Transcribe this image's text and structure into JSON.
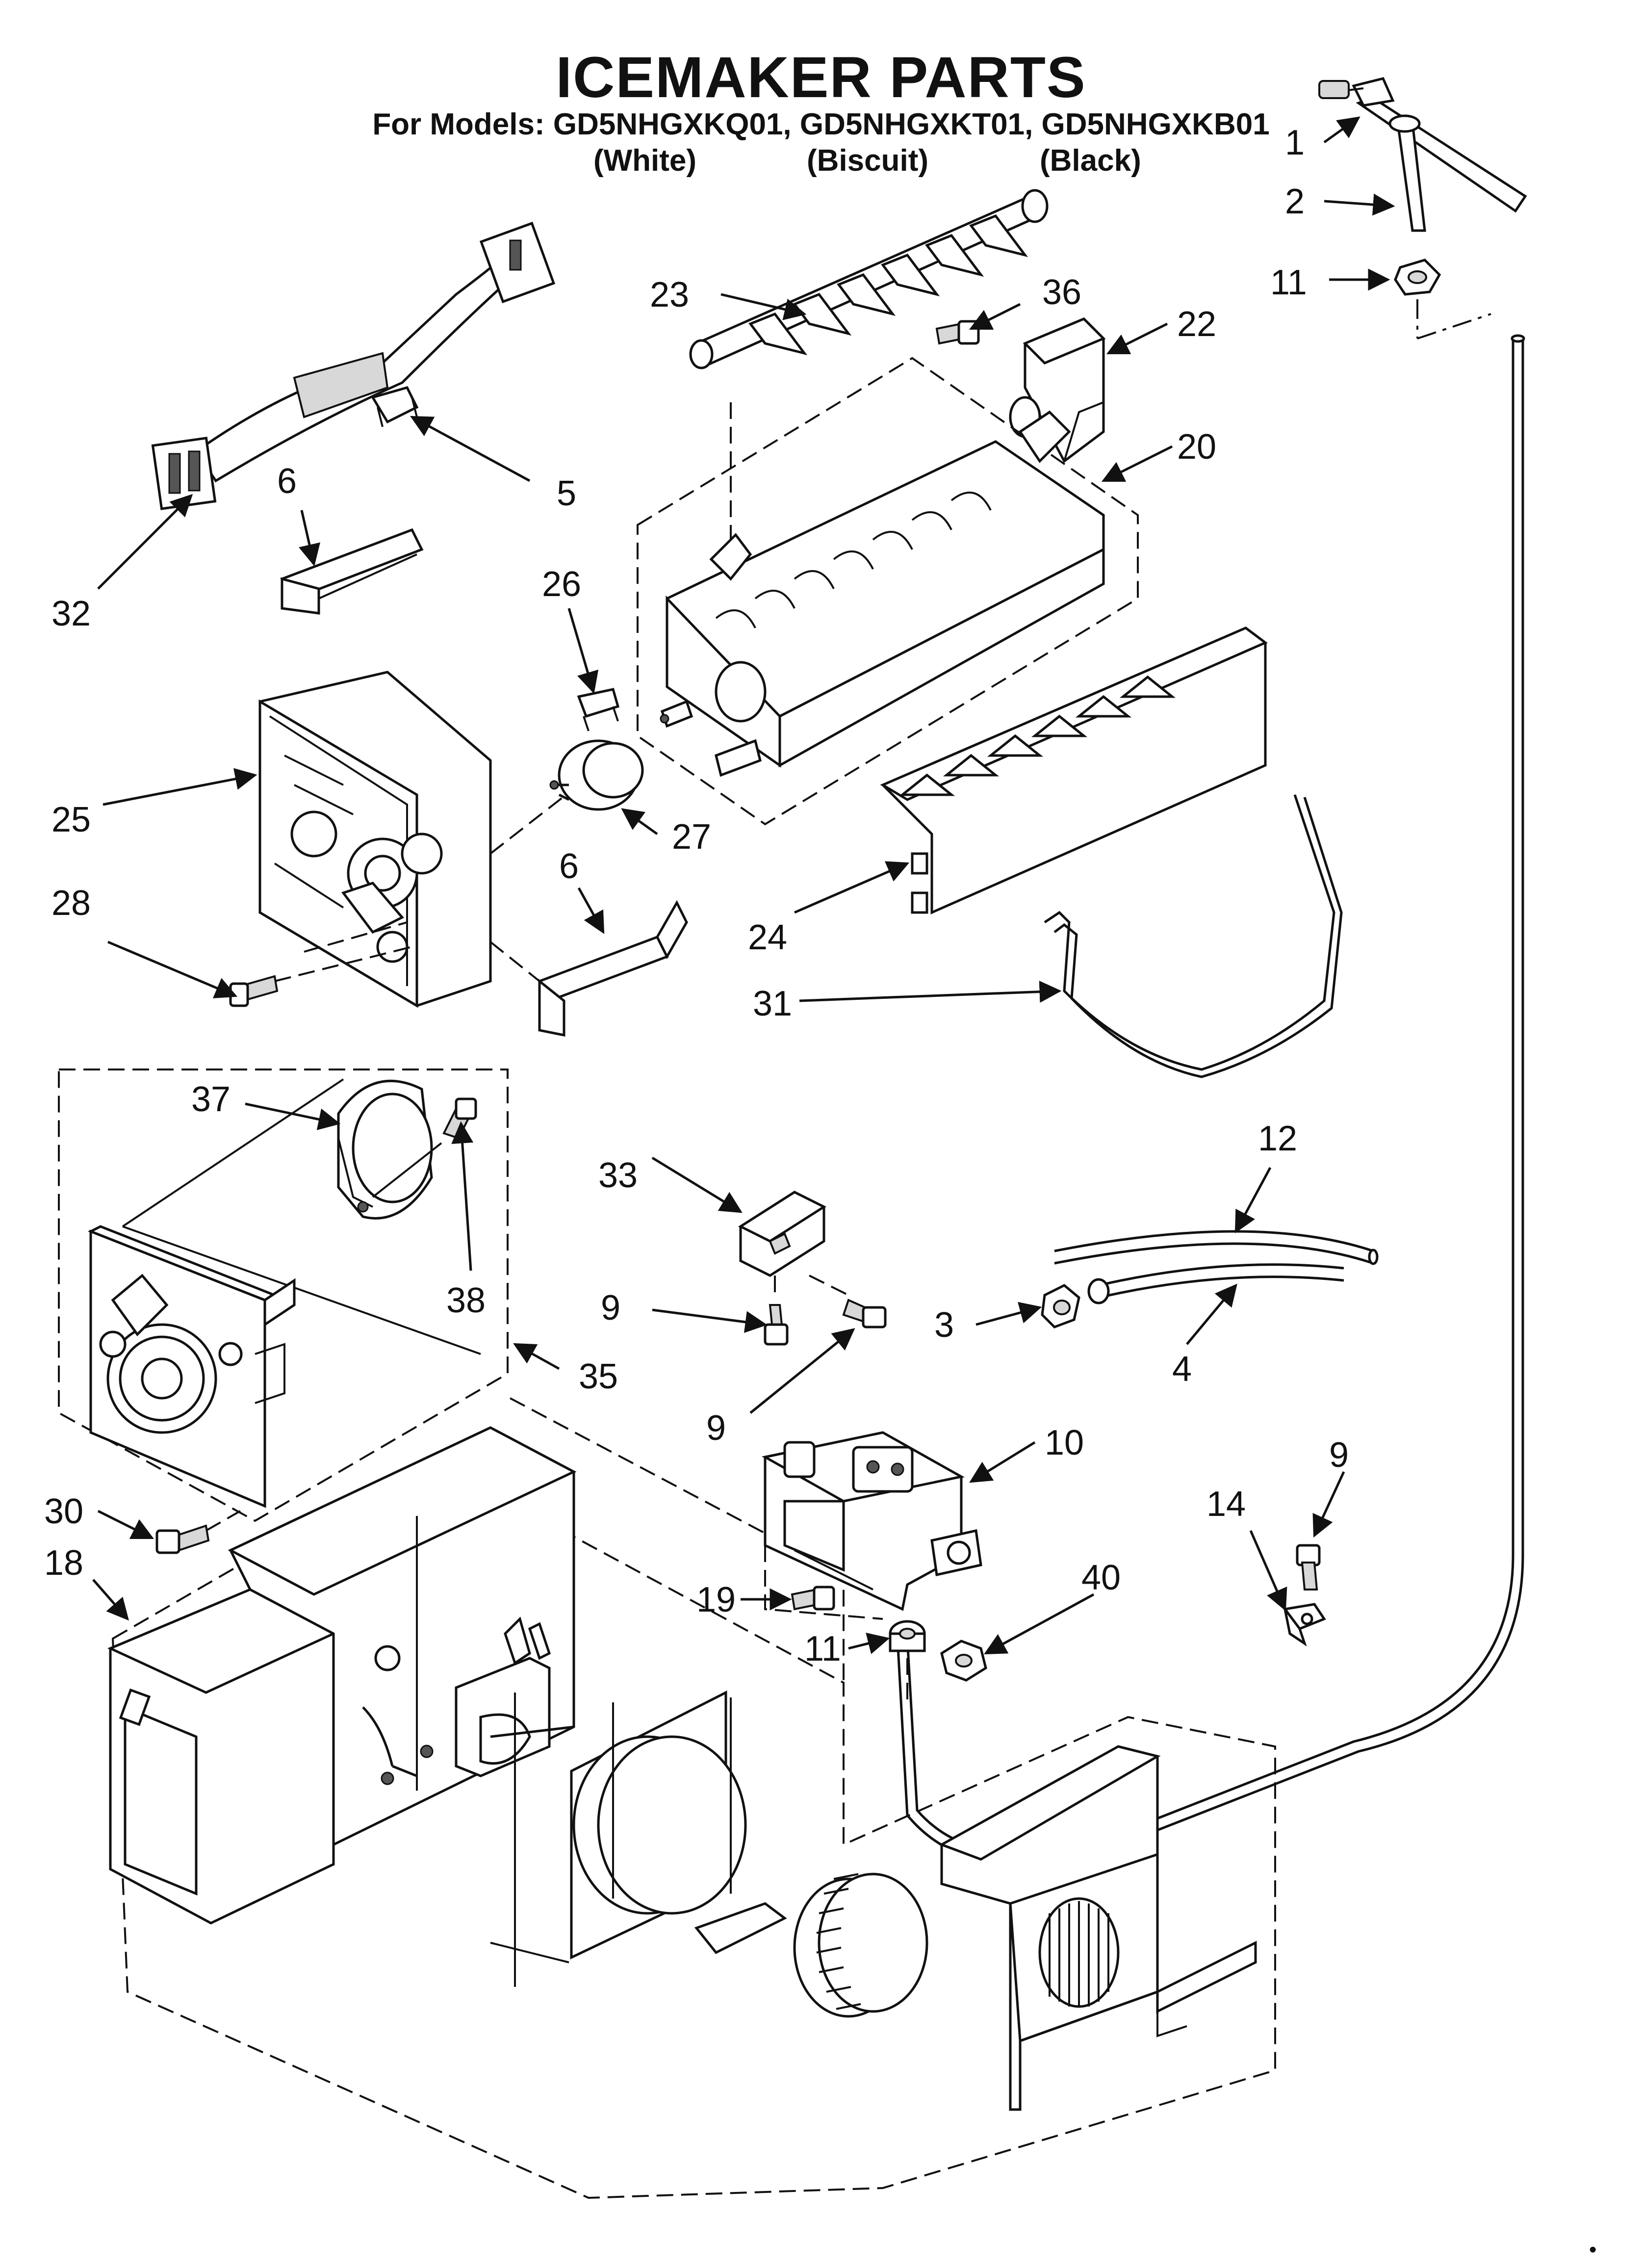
{
  "header": {
    "title": "ICEMAKER PARTS",
    "models_line": "For Models: GD5NHGXKQ01, GD5NHGXKT01, GD5NHGXKB01",
    "colors": [
      "(White)",
      "(Biscuit)",
      "(Black)"
    ]
  },
  "callouts": [
    {
      "id": "c1",
      "label": "1"
    },
    {
      "id": "c2",
      "label": "2"
    },
    {
      "id": "c11a",
      "label": "11"
    },
    {
      "id": "c23",
      "label": "23"
    },
    {
      "id": "c36",
      "label": "36"
    },
    {
      "id": "c22",
      "label": "22"
    },
    {
      "id": "c20",
      "label": "20"
    },
    {
      "id": "c5",
      "label": "5"
    },
    {
      "id": "c6a",
      "label": "6"
    },
    {
      "id": "c32",
      "label": "32"
    },
    {
      "id": "c26",
      "label": "26"
    },
    {
      "id": "c25",
      "label": "25"
    },
    {
      "id": "c27",
      "label": "27"
    },
    {
      "id": "c6b",
      "label": "6"
    },
    {
      "id": "c24",
      "label": "24"
    },
    {
      "id": "c28",
      "label": "28"
    },
    {
      "id": "c31",
      "label": "31"
    },
    {
      "id": "c37",
      "label": "37"
    },
    {
      "id": "c38",
      "label": "38"
    },
    {
      "id": "c35",
      "label": "35"
    },
    {
      "id": "c33",
      "label": "33"
    },
    {
      "id": "c12",
      "label": "12"
    },
    {
      "id": "c9a",
      "label": "9"
    },
    {
      "id": "c3",
      "label": "3"
    },
    {
      "id": "c4",
      "label": "4"
    },
    {
      "id": "c9b",
      "label": "9"
    },
    {
      "id": "c10",
      "label": "10"
    },
    {
      "id": "c9c",
      "label": "9"
    },
    {
      "id": "c14",
      "label": "14"
    },
    {
      "id": "c30",
      "label": "30"
    },
    {
      "id": "c18",
      "label": "18"
    },
    {
      "id": "c19",
      "label": "19"
    },
    {
      "id": "c40",
      "label": "40"
    },
    {
      "id": "c11b",
      "label": "11"
    }
  ],
  "footer_mark": "•"
}
